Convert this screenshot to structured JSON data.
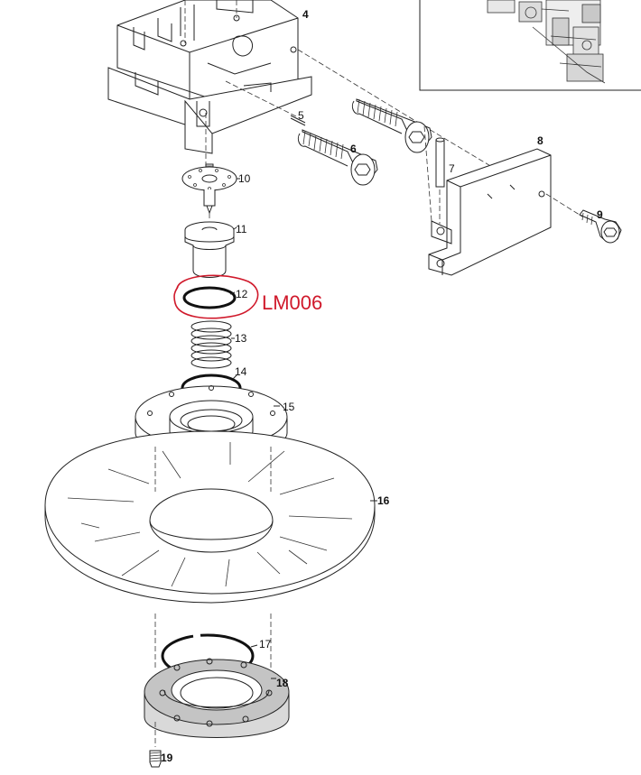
{
  "callout": {
    "text": "LM006",
    "color": "#d0192b"
  },
  "labels": {
    "p4": "4",
    "p5": "5",
    "p6": "6",
    "p7": "7",
    "p8": "8",
    "p9": "9",
    "p10": "10",
    "p11": "11",
    "p12": "12",
    "p13": "13",
    "p14": "14",
    "p15": "15",
    "p16": "16",
    "p17": "17",
    "p18": "18",
    "p19": "19"
  }
}
